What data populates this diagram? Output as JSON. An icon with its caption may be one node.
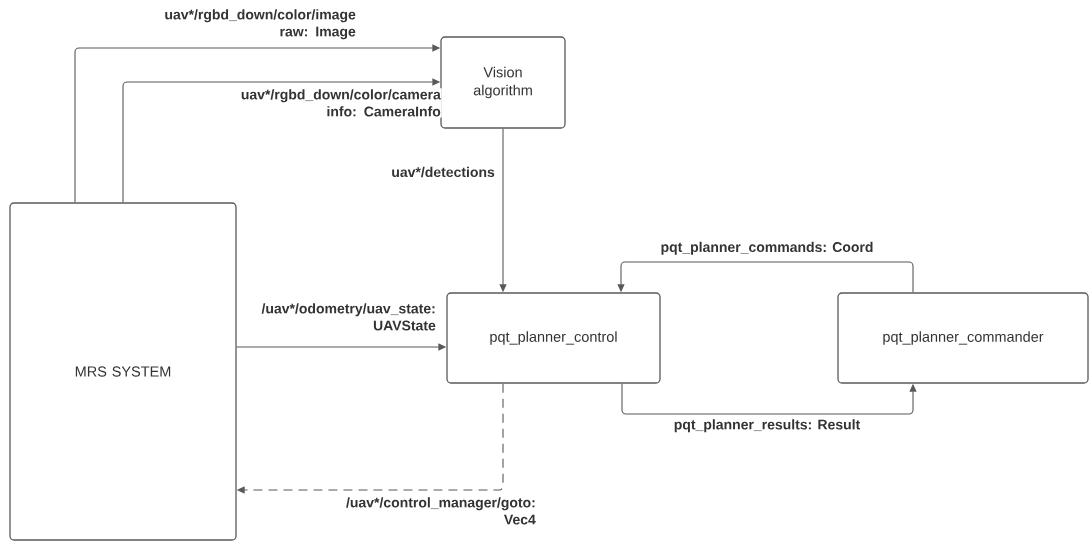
{
  "diagram": {
    "nodes": [
      {
        "text": [
          "MRS SYSTEM"
        ]
      },
      {
        "text": [
          "Vision algorithm"
        ]
      },
      {
        "text": [
          "pqt_planner_control"
        ]
      },
      {
        "text": [
          "pqt_planner_commander"
        ]
      }
    ],
    "edges": [
      {
        "from": 0,
        "to": 1,
        "arrow": "to",
        "label": "uav*/rgbd_down/color/image raw: Image"
      },
      {
        "from": 0,
        "to": 1,
        "arrow": "to",
        "label": "uav*/rgbd_down/color/camera info: CameraInfo"
      },
      {
        "from": 1,
        "to": 2,
        "arrow": "to",
        "label": "uav*/detections"
      },
      {
        "from": 0,
        "to": 2,
        "arrow": "to",
        "label": "/uav*/odometry/uav_state: UAVState"
      },
      {
        "from": 2,
        "to": 0,
        "arrow": "to",
        "style": "dashed",
        "label": "/uav*/control_manager/goto: Vec4"
      },
      {
        "from": 3,
        "to": 2,
        "arrow": "to",
        "label": "pqt_planner_commands: Coord"
      },
      {
        "from": 2,
        "to": 3,
        "arrow": "to",
        "label": "pqt_planner_results: Result"
      }
    ]
  }
}
